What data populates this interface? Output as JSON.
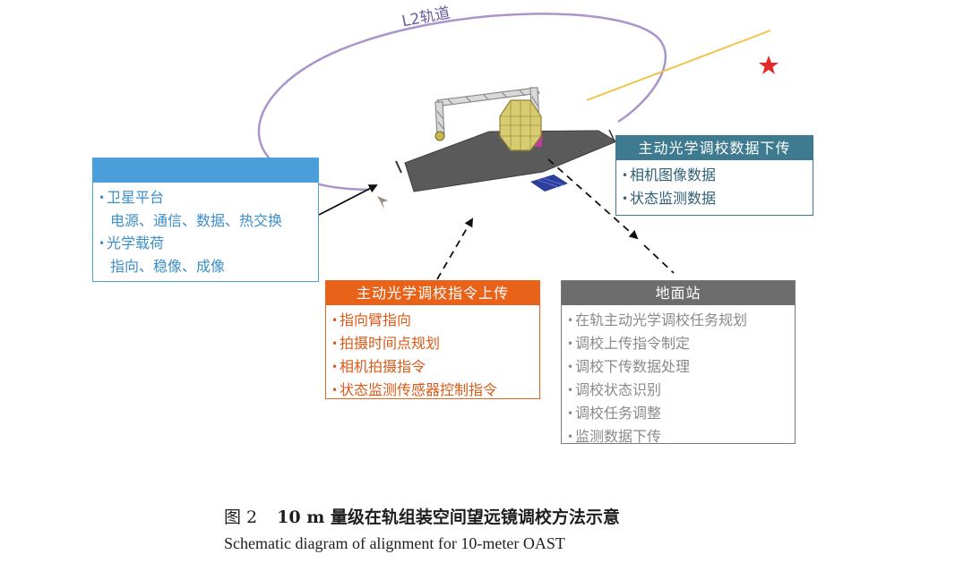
{
  "orbit_label": "L2轨道",
  "satellite_box": {
    "title": "",
    "items": [
      {
        "bullet": "•",
        "text": "卫星平台"
      },
      {
        "bullet": "",
        "text": "电源、通信、数据、热交换"
      },
      {
        "bullet": "•",
        "text": "光学载荷"
      },
      {
        "bullet": "",
        "text": "指向、稳像、成像"
      }
    ]
  },
  "downlink_box": {
    "title": "主动光学调校数据下传",
    "items": [
      {
        "bullet": "•",
        "text": "相机图像数据"
      },
      {
        "bullet": "•",
        "text": "状态监测数据"
      }
    ]
  },
  "uplink_box": {
    "title": "主动光学调校指令上传",
    "items": [
      {
        "bullet": "•",
        "text": "指向臂指向"
      },
      {
        "bullet": "•",
        "text": "拍摄时间点规划"
      },
      {
        "bullet": "•",
        "text": "相机拍摄指令"
      },
      {
        "bullet": "•",
        "text": "状态监测传感器控制指令"
      }
    ]
  },
  "ground_box": {
    "title": "地面站",
    "items": [
      {
        "bullet": "•",
        "text": "在轨主动光学调校任务规划"
      },
      {
        "bullet": "•",
        "text": "调校上传指令制定"
      },
      {
        "bullet": "•",
        "text": "调校下传数据处理"
      },
      {
        "bullet": "•",
        "text": "调校状态识别"
      },
      {
        "bullet": "•",
        "text": "调校任务调整"
      },
      {
        "bullet": "•",
        "text": "监测数据下传"
      }
    ]
  },
  "caption": {
    "figure_number": "图 2",
    "title_cn": "10 m 量级在轨组装空间望远镜调校方法示意",
    "title_en": "Schematic diagram of alignment for 10-meter OAST"
  },
  "colors": {
    "orbit": "#a48fc8",
    "satellite_accent": "#4a9fda",
    "downlink_accent": "#3e7b90",
    "uplink_accent": "#e8621a",
    "ground_accent": "#6d6d6d",
    "sun_ray": "#f0c040",
    "star": "#e02020",
    "telescope_body": "#555555",
    "primary_mirror": "#d8cc72"
  },
  "icons": [
    "star-icon",
    "telescope-icon",
    "truss-icon",
    "solar-panel-icon",
    "bullet-icon"
  ]
}
